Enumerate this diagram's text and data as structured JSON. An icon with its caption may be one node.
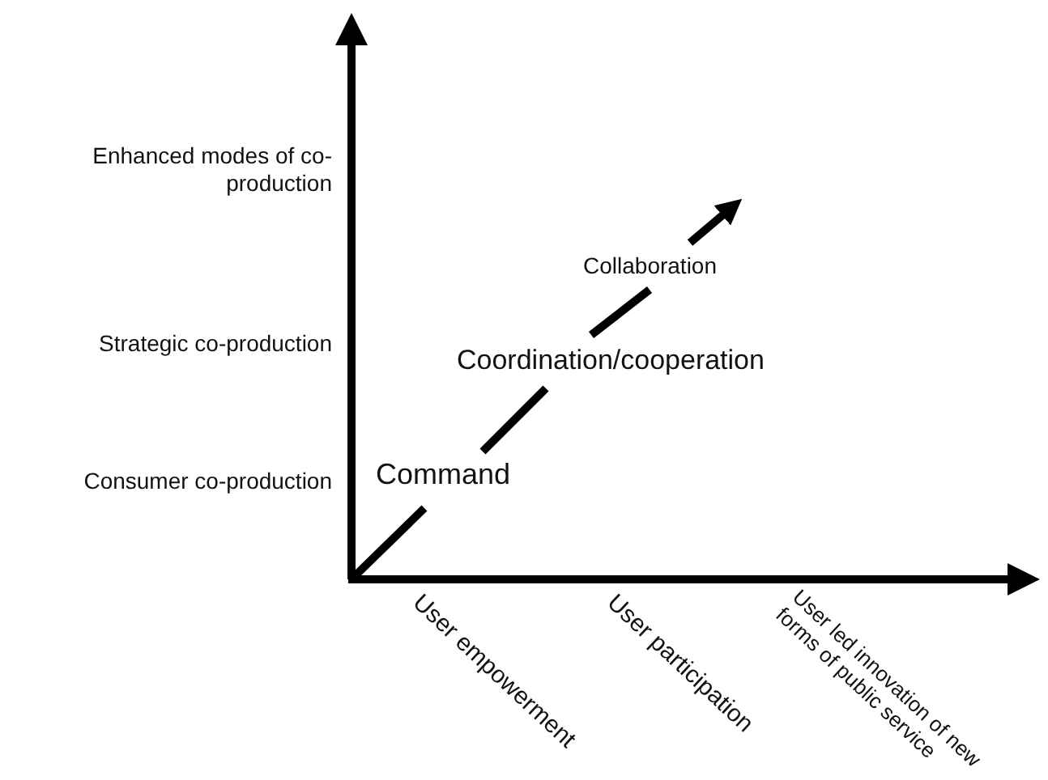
{
  "diagram": {
    "labels": [
      "Enhanced modes of co-production",
      "Strategic co-production",
      "Consumer co-production",
      "Collaboration",
      "Coordination/cooperation",
      "Command",
      "User empowerment",
      "User participation",
      "User led innovation of new forms of public service"
    ]
  }
}
